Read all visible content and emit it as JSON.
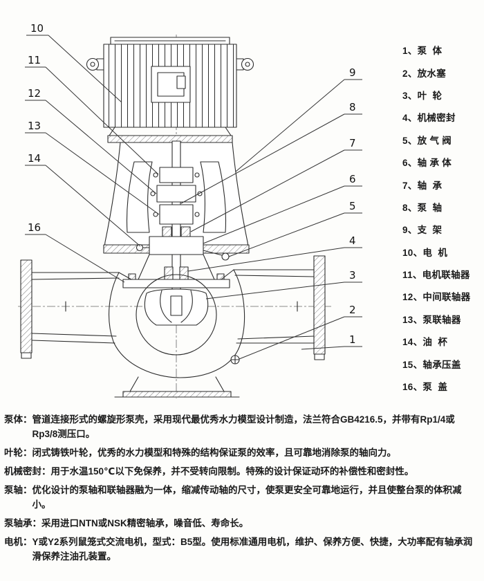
{
  "figure": {
    "subject": "vertical-inline-pipeline-pump-cross-section"
  },
  "callouts": {
    "left": [
      "10",
      "11",
      "12",
      "13",
      "14",
      "16"
    ],
    "right": [
      "9",
      "8",
      "7",
      "6",
      "5",
      "4",
      "3",
      "2",
      "1"
    ]
  },
  "parts": [
    "1、泵  体",
    "2、放水塞",
    "3、叶  轮",
    "4、机械密封",
    "5、放 气 阀",
    "6、轴 承 体",
    "7、轴  承",
    "8、泵  轴",
    "9、支  架",
    "10、电  机",
    "11、电机联轴器",
    "12、中间联轴器",
    "13、泵联轴器",
    "14、油  杯",
    "15、轴承压盖",
    "16、泵  盖"
  ],
  "descriptions": [
    {
      "term": "泵体：",
      "text": "管道连接形式的螺旋形泵壳，采用现代最优秀水力模型设计制造，法兰符合GB4216.5，并带有Rp1/4或Rp3/8测压口。"
    },
    {
      "term": "叶轮：",
      "text": "闭式铸铁叶轮，优秀的水力模型和特殊的结构保证泵的效率，且可靠地消除泵的轴向力。"
    },
    {
      "term": "机械密封：",
      "text": "用于水温150℃以下免保养，并不受转向限制。特殊的设计保证动环的补偿性和密封性。"
    },
    {
      "term": "泵轴：",
      "text": "优化设计的泵轴和联轴器融为一体，缩减传动轴的尺寸，使泵更安全可靠地运行，并且使整台泵的体积减小。"
    },
    {
      "term": "泵轴承：",
      "text": "采用进口NTN或NSK精密轴承，噪音低、寿命长。"
    },
    {
      "term": "电机：",
      "text": "Y或Y2系列鼠笼式交流电机，型式：B5型。使用标准通用电机，维护、保养方便、快捷，大功率配有轴承润滑保养注油孔装置。"
    }
  ]
}
